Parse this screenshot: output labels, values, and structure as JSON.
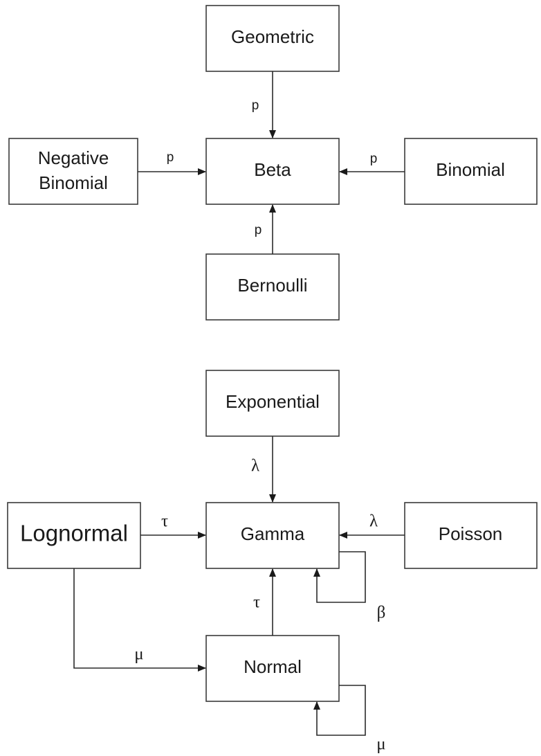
{
  "diagrams": [
    {
      "nodes": {
        "geometric": "Geometric",
        "negative_binomial": [
          "Negative",
          "Binomial"
        ],
        "beta": "Beta",
        "binomial": "Binomial",
        "bernoulli": "Bernoulli"
      },
      "edges": {
        "geometric_to_beta": "p",
        "negative_binomial_to_beta": "p",
        "binomial_to_beta": "p",
        "bernoulli_to_beta": "p"
      }
    },
    {
      "nodes": {
        "exponential": "Exponential",
        "lognormal": "Lognormal",
        "gamma": "Gamma",
        "poisson": "Poisson",
        "normal": "Normal"
      },
      "edges": {
        "exponential_to_gamma": "λ",
        "lognormal_to_gamma": "τ",
        "poisson_to_gamma": "λ",
        "gamma_self_loop": "β",
        "normal_to_gamma": "τ",
        "lognormal_to_normal": "μ",
        "normal_self_loop": "μ"
      }
    }
  ]
}
